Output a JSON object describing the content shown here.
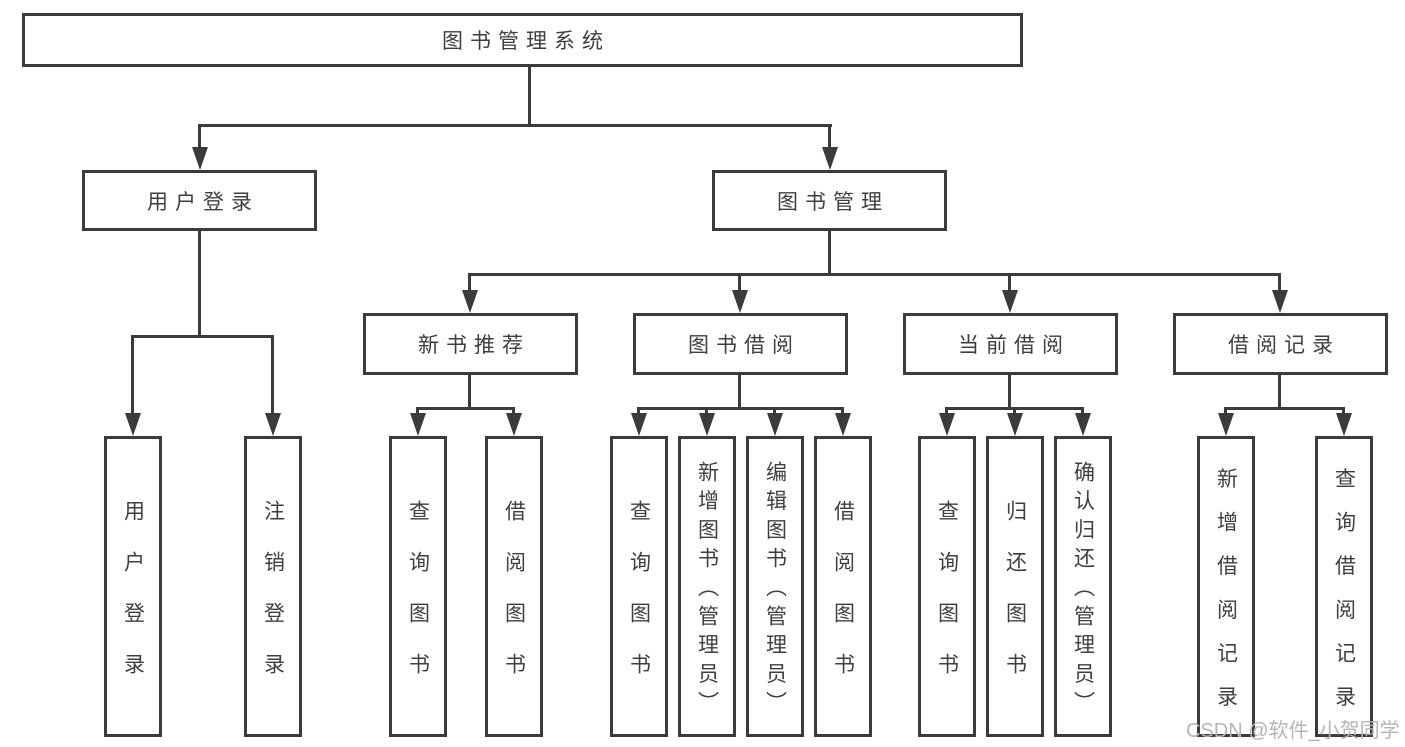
{
  "colors": {
    "line": "#3b3b3b",
    "text": "#3f3f3f",
    "background": "#ffffff",
    "watermark": "#b5b5b5"
  },
  "watermark": {
    "text": "CSDN @软件_小贺同学"
  },
  "tree": {
    "label": "图书管理系统",
    "children": [
      {
        "label": "用户登录",
        "children": [
          {
            "label": "用户登录"
          },
          {
            "label": "注销登录"
          }
        ]
      },
      {
        "label": "图书管理",
        "children": [
          {
            "label": "新书推荐",
            "children": [
              {
                "label": "查询图书"
              },
              {
                "label": "借阅图书"
              }
            ]
          },
          {
            "label": "图书借阅",
            "children": [
              {
                "label": "查询图书"
              },
              {
                "label": "新增图书（管理员）"
              },
              {
                "label": "编辑图书（管理员）"
              },
              {
                "label": "借阅图书"
              }
            ]
          },
          {
            "label": "当前借阅",
            "children": [
              {
                "label": "查询图书"
              },
              {
                "label": "归还图书"
              },
              {
                "label": "确认归还（管理员）"
              }
            ]
          },
          {
            "label": "借阅记录",
            "children": [
              {
                "label": "新增借阅记录"
              },
              {
                "label": "查询借阅记录"
              }
            ]
          }
        ]
      }
    ]
  }
}
